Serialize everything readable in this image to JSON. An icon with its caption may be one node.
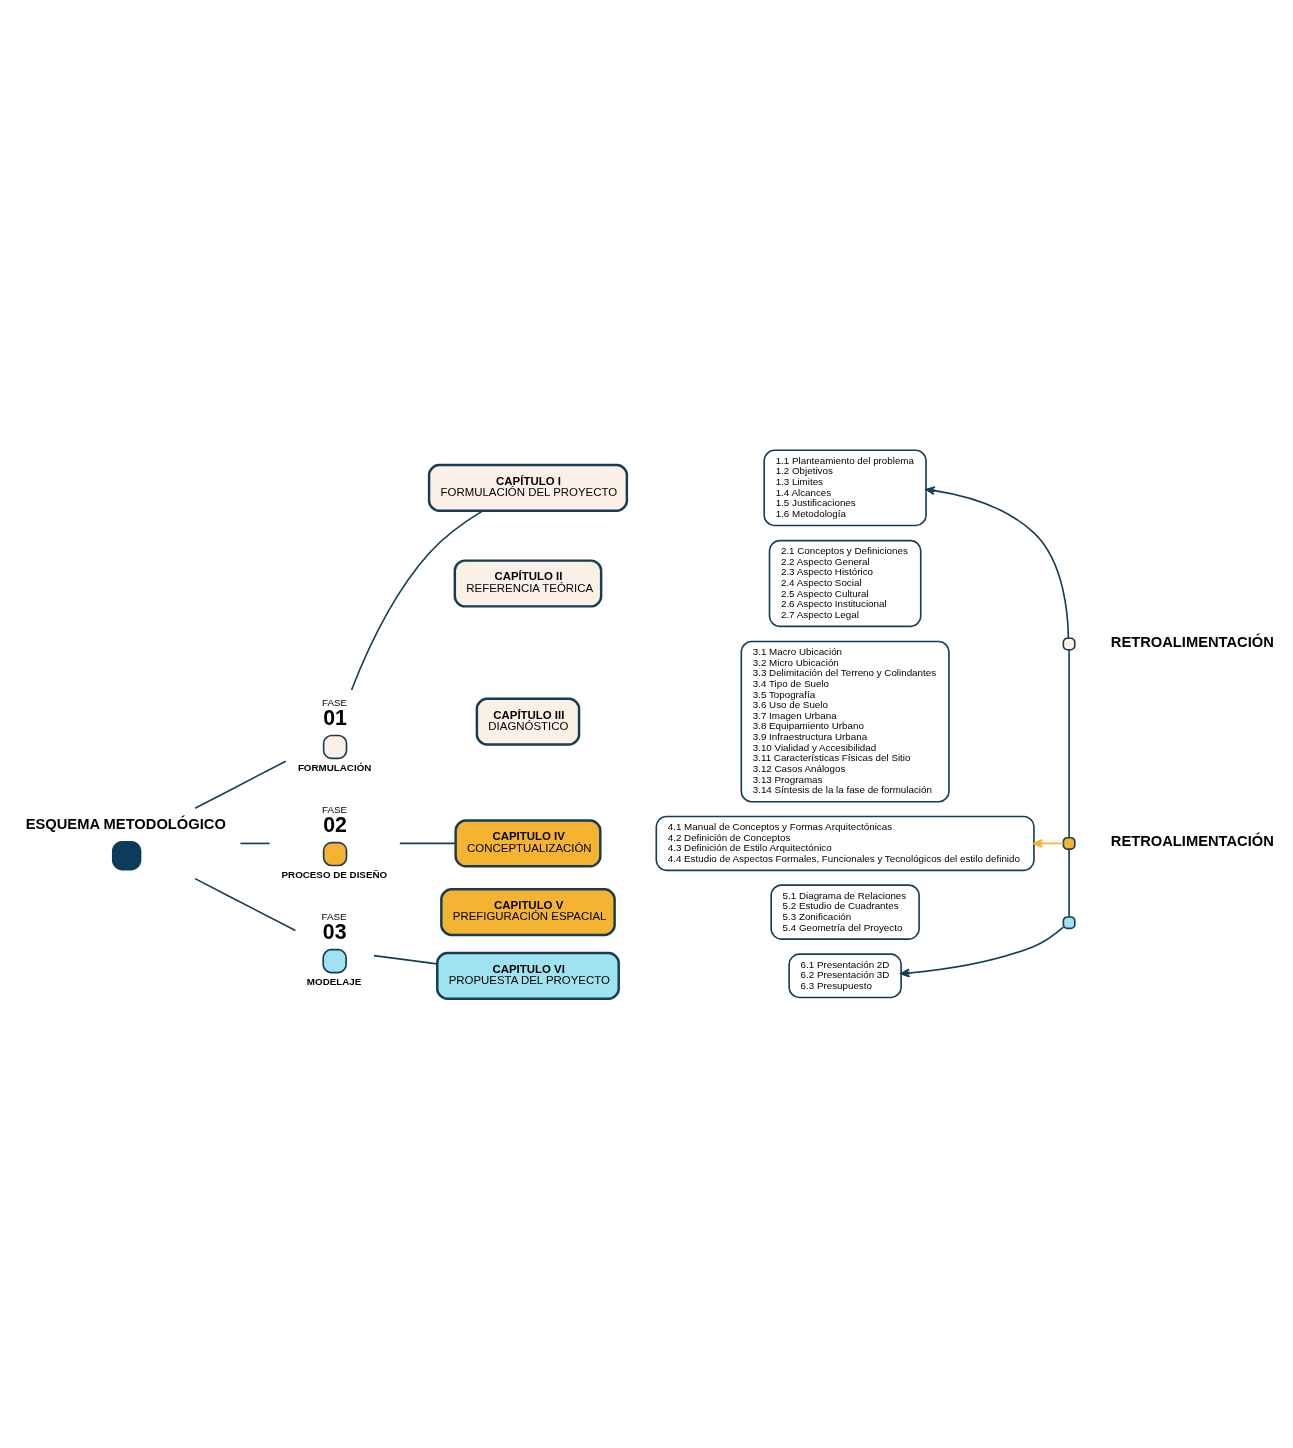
{
  "diagram": {
    "nodes": [
      {
        "text": [
          "ESQUEMA METODOLÓGICO"
        ]
      },
      {
        "text": [
          "FASE",
          "01",
          "FORMULACIÓN"
        ]
      },
      {
        "text": [
          "CAPÍTULO I",
          "FORMULACIÓN DEL PROYECTO"
        ]
      },
      {
        "text": [
          "1.1 Planteamiento del problema",
          "1.2 Objetivos",
          "1.3 Limites",
          "1.4 Alcances",
          "1.5 Justificaciones",
          "1.6 Metodología"
        ]
      },
      {
        "text": [
          "CAPÍTULO II",
          "REFERENCIA TEÓRICA"
        ]
      },
      {
        "text": [
          "2.1 Conceptos y Definiciones",
          "2.2 Aspecto General",
          "2.3 Aspecto Histórico",
          "2.4 Aspecto Social",
          "2.5 Aspecto Cultural",
          "2.6 Aspecto Institucional",
          "2.7 Aspecto Legal"
        ]
      },
      {
        "text": [
          "CAPÍTULO III",
          "DIAGNÓSTICO"
        ]
      },
      {
        "text": [
          "3.1 Macro Ubicación",
          "3.2 Micro Ubicación",
          "3.3 Delimitación del Terreno y Colindantes",
          "3.4 Tipo de Suelo",
          "3.5 Topografía",
          "3.6 Uso de Suelo",
          "3.7 Imagen Urbana",
          "3.8 Equipamiento Urbano",
          "3.9 Infraestructura Urbana",
          "3.10 Vialidad y Accesibilidad",
          "3.11 Características Físicas del Sitio",
          "3.12 Casos Análogos",
          "3.13 Programas",
          "3.14 Síntesis de la la fase de formulación"
        ]
      },
      {
        "text": [
          "FASE",
          "02",
          "PROCESO DE DISEÑO"
        ]
      },
      {
        "text": [
          "CAPITULO IV",
          "CONCEPTUALIZACIÓN"
        ]
      },
      {
        "text": [
          "4.1 Manual de Conceptos y Formas Arquitectónicas",
          "4.2 Definición de Conceptos",
          "4.3 Definición de Estilo Arquitectónico",
          "4.4 Estudio de Aspectos Formales, Funcionales y Tecnológicos del estilo definido"
        ]
      },
      {
        "text": [
          "CAPITULO V",
          "PREFIGURACIÓN ESPACIAL"
        ]
      },
      {
        "text": [
          "5.1 Diagrama de Relaciones",
          "5.2 Estudio de Cuadrantes",
          "5.3 Zonificación",
          "5.4 Geometría del Proyecto"
        ]
      },
      {
        "text": [
          "FASE",
          "03",
          "MODELAJE"
        ]
      },
      {
        "text": [
          "CAPITULO VI",
          "PROPUESTA DEL PROYECTO"
        ]
      },
      {
        "text": [
          "6.1 Presentación 2D",
          "6.2 Presentación 3D",
          "6.3 Presupuesto"
        ]
      },
      {
        "text": [],
        "shape": "box"
      },
      {
        "text": [],
        "shape": "box"
      },
      {
        "text": [],
        "shape": "box"
      }
    ],
    "edges": [
      {
        "from": 0,
        "to": 1,
        "arrow": "none"
      },
      {
        "from": 0,
        "to": 8,
        "arrow": "none"
      },
      {
        "from": 0,
        "to": 13,
        "arrow": "none"
      },
      {
        "from": 1,
        "to": 2,
        "arrow": "none"
      },
      {
        "from": 8,
        "to": 9,
        "arrow": "none"
      },
      {
        "from": 13,
        "to": 14,
        "arrow": "none"
      },
      {
        "from": 18,
        "to": 17,
        "arrow": "none"
      },
      {
        "from": 17,
        "to": 16,
        "arrow": "none"
      },
      {
        "from": 16,
        "to": 3,
        "arrow": "to"
      },
      {
        "from": 17,
        "to": 10,
        "arrow": "to",
        "color": "#f4b330"
      },
      {
        "from": 18,
        "to": 15,
        "arrow": "to"
      }
    ],
    "labels": [
      "RETROALIMENTACIÓN",
      "RETROALIMENTACIÓN"
    ]
  }
}
